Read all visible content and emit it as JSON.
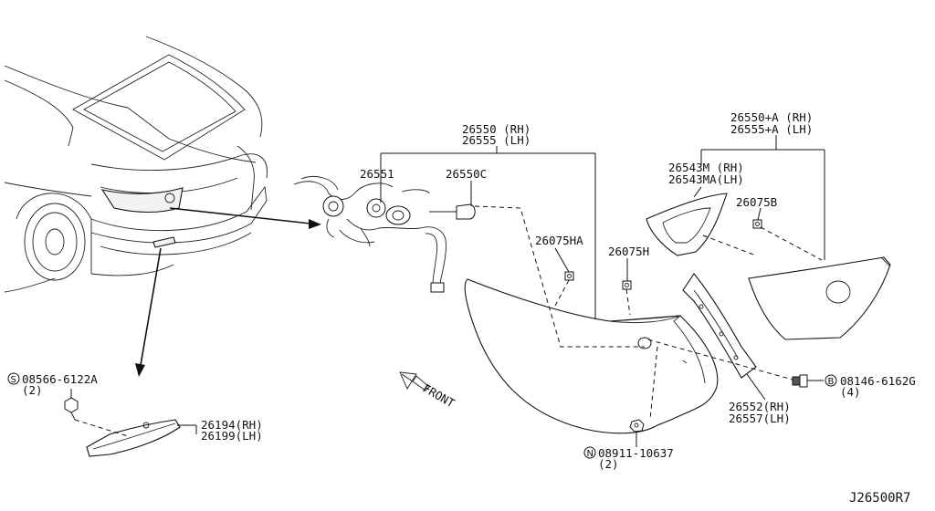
{
  "labels": {
    "part_26550_rh": "26550 (RH)",
    "part_26555_lh": "26555 (LH)",
    "part_26551": "26551",
    "part_26550c": "26550C",
    "part_26075ha": "26075HA",
    "part_26075h": "26075H",
    "part_26550a_rh": "26550+A (RH)",
    "part_26555a_lh": "26555+A (LH)",
    "part_26543m_rh": "26543M  (RH)",
    "part_26543ma_lh": "26543MA(LH)",
    "part_26075b": "26075B",
    "part_08146": "08146-6162G",
    "qty_08146": "(4)",
    "part_26552_rh": "26552(RH)",
    "part_26557_lh": "26557(LH)",
    "part_08911": "08911-10637",
    "qty_08911": "(2)",
    "part_08566": "08566-6122A",
    "qty_08566": "(2)",
    "part_26194_rh": "26194(RH)",
    "part_26199_lh": "26199(LH)",
    "front": "FRONT",
    "diagram_code": "J26500R7"
  },
  "symbols": {
    "s_08566": "S",
    "b_08146": "B",
    "n_08911": "N"
  }
}
